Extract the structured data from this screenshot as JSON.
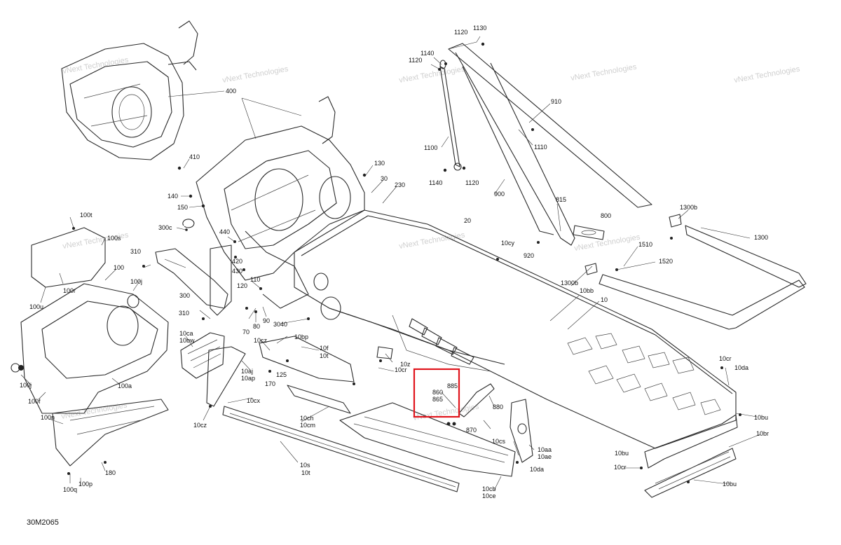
{
  "diagram_code": "30M2065",
  "highlight_color": "#e0141c",
  "watermark": [
    "vNext Technologies",
    "vNext Technologies",
    "vNext Technologies",
    "vNext Technologies",
    "vNext Technologies",
    "vNext Technologies",
    "vNext Technologies",
    "vNext Technologies",
    "vNext Technologies",
    "vNext Technologies"
  ],
  "callouts": {
    "c400": "400",
    "c410": "410",
    "c140": "140",
    "c150": "150",
    "c300c": "300c",
    "c130": "130",
    "c30": "30",
    "c230": "230",
    "c440": "440",
    "c420": "420",
    "c430": "430",
    "c120": "120",
    "c110": "110",
    "c300": "300",
    "c310a": "310",
    "c310b": "310",
    "c100j": "100j",
    "c100": "100",
    "c100t": "100t",
    "c100s": "100s",
    "c100r": "100r",
    "c100u": "100u",
    "c100a": "100a",
    "c100j2": "100j",
    "c100f": "100f",
    "c100n": "100n",
    "c180": "180",
    "c100q": "100q",
    "c100p": "100p",
    "c70": "70",
    "c80": "80",
    "c90": "90",
    "c3040": "3040",
    "c10ca": "10ca",
    "c10bw": "10bw",
    "c10cz": "10cz",
    "c10bp": "10bp",
    "c10f": "10f",
    "c10t": "10t",
    "c10aj": "10aj",
    "c10ap": "10ap",
    "c170": "170",
    "c125": "125",
    "c10cx": "10cx",
    "c10cz2": "10cz",
    "c10ch": "10ch",
    "c10cm": "10cm",
    "c10s": "10s",
    "c10t2": "10t",
    "c10z": "10z",
    "c10cr": "10cr",
    "c20": "20",
    "c10cy": "10cy",
    "c1120a": "1120",
    "c1130": "1130",
    "c1140a": "1140",
    "c1120b": "1120",
    "c1100": "1100",
    "c1140b": "1140",
    "c1120c": "1120",
    "c910": "910",
    "c1110": "1110",
    "c900": "900",
    "c815": "815",
    "c800": "800",
    "c920": "920",
    "c1300b": "1300b",
    "c1300": "1300",
    "c1510": "1510",
    "c1520": "1520",
    "c1300b2": "1300b",
    "c10bb": "10bb",
    "c10": "10",
    "c885": "885",
    "c860": "860",
    "c865": "865",
    "c880": "880",
    "c870": "870",
    "c10cs": "10cs",
    "c10aa": "10aa",
    "c10ae": "10ae",
    "c10da": "10da",
    "c10cb": "10cb",
    "c10ce": "10ce",
    "c10cr2": "10cr",
    "c10da2": "10da",
    "c10bu": "10bu",
    "c10br": "10br",
    "c10bu2": "10bu",
    "c10cr3": "10cr",
    "c10bu3": "10bu"
  }
}
